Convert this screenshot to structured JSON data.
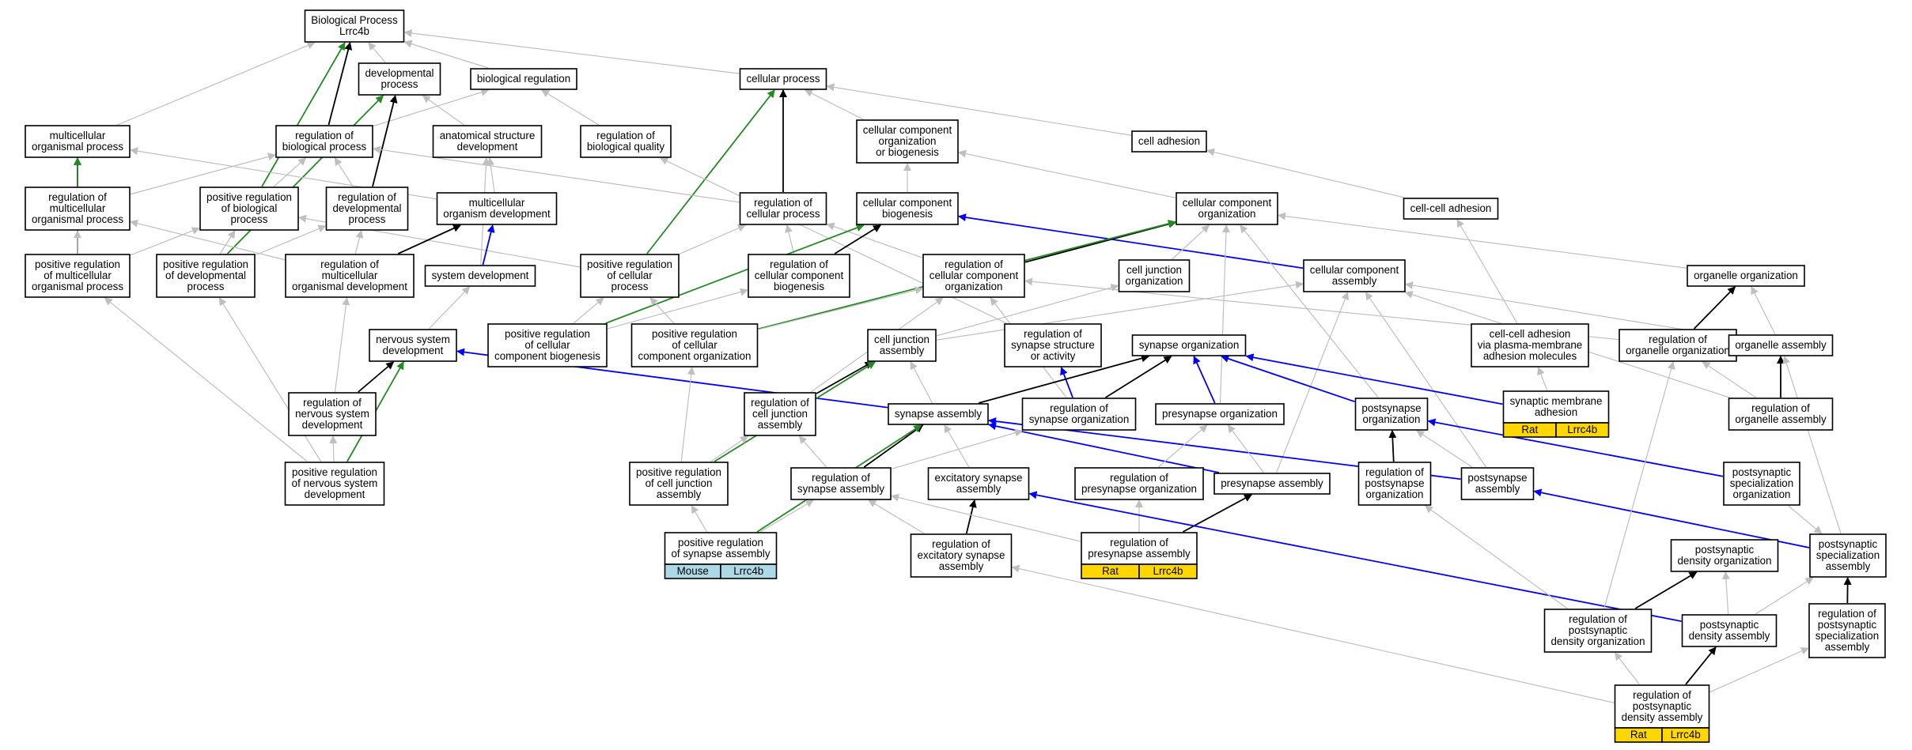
{
  "graph_title": "Biological Process Lrrc4b",
  "colors": {
    "is_a": "#bfbfbf",
    "part_of": "#000000",
    "regulates": "#0000ff",
    "positively_regulates": "#228b22",
    "rat_annotation": "#ffd700",
    "mouse_annotation": "#add8e6"
  },
  "nodes": [
    {
      "id": "bp",
      "lines": [
        "Biological Process",
        "Lrrc4b"
      ]
    },
    {
      "id": "dev",
      "lines": [
        "developmental",
        "process"
      ]
    },
    {
      "id": "breg",
      "lines": [
        "biological regulation"
      ]
    },
    {
      "id": "cp",
      "lines": [
        "cellular process"
      ]
    },
    {
      "id": "mop",
      "lines": [
        "multicellular",
        "organismal process"
      ]
    },
    {
      "id": "rbp",
      "lines": [
        "regulation of",
        "biological process"
      ]
    },
    {
      "id": "asd",
      "lines": [
        "anatomical structure",
        "development"
      ]
    },
    {
      "id": "rbq",
      "lines": [
        "regulation of",
        "biological quality"
      ]
    },
    {
      "id": "ccob",
      "lines": [
        "cellular component",
        "organization",
        "or biogenesis"
      ]
    },
    {
      "id": "ca",
      "lines": [
        "cell adhesion"
      ]
    },
    {
      "id": "rmop",
      "lines": [
        "regulation of",
        "multicellular",
        "organismal process"
      ]
    },
    {
      "id": "prbp",
      "lines": [
        "positive regulation",
        "of biological",
        "process"
      ]
    },
    {
      "id": "rdp",
      "lines": [
        "regulation of",
        "developmental",
        "process"
      ]
    },
    {
      "id": "mod",
      "lines": [
        "multicellular",
        "organism development"
      ]
    },
    {
      "id": "rcp",
      "lines": [
        "regulation of",
        "cellular process"
      ]
    },
    {
      "id": "ccb",
      "lines": [
        "cellular component",
        "biogenesis"
      ]
    },
    {
      "id": "cco",
      "lines": [
        "cellular component",
        "organization"
      ]
    },
    {
      "id": "cca",
      "lines": [
        "cell-cell adhesion"
      ]
    },
    {
      "id": "prmop",
      "lines": [
        "positive regulation",
        "of multicellular",
        "organismal process"
      ]
    },
    {
      "id": "prdp",
      "lines": [
        "positive regulation",
        "of developmental",
        "process"
      ]
    },
    {
      "id": "rmod",
      "lines": [
        "regulation of",
        "multicellular",
        "organismal development"
      ]
    },
    {
      "id": "sd",
      "lines": [
        "system development"
      ]
    },
    {
      "id": "prcp",
      "lines": [
        "positive regulation",
        "of cellular",
        "process"
      ]
    },
    {
      "id": "rccb",
      "lines": [
        "regulation of",
        "cellular component",
        "biogenesis"
      ]
    },
    {
      "id": "rcco",
      "lines": [
        "regulation of",
        "cellular component",
        "organization"
      ]
    },
    {
      "id": "cjo",
      "lines": [
        "cell junction",
        "organization"
      ]
    },
    {
      "id": "ccasm",
      "lines": [
        "cellular component",
        "assembly"
      ]
    },
    {
      "id": "oo",
      "lines": [
        "organelle organization"
      ]
    },
    {
      "id": "nsd",
      "lines": [
        "nervous system",
        "development"
      ]
    },
    {
      "id": "prccb",
      "lines": [
        "positive regulation",
        "of cellular",
        "component biogenesis"
      ]
    },
    {
      "id": "prcco",
      "lines": [
        "positive regulation",
        "of cellular",
        "component organization"
      ]
    },
    {
      "id": "cja",
      "lines": [
        "cell junction",
        "assembly"
      ]
    },
    {
      "id": "rssa",
      "lines": [
        "regulation of",
        "synapse structure",
        "or activity"
      ]
    },
    {
      "id": "so",
      "lines": [
        "synapse organization"
      ]
    },
    {
      "id": "ccapm",
      "lines": [
        "cell-cell adhesion",
        "via plasma-membrane",
        "adhesion molecules"
      ]
    },
    {
      "id": "roo",
      "lines": [
        "regulation of",
        "organelle organization"
      ]
    },
    {
      "id": "oa",
      "lines": [
        "organelle assembly"
      ]
    },
    {
      "id": "rnsd",
      "lines": [
        "regulation of",
        "nervous system",
        "development"
      ]
    },
    {
      "id": "rcja",
      "lines": [
        "regulation of",
        "cell junction",
        "assembly"
      ]
    },
    {
      "id": "sa",
      "lines": [
        "synapse assembly"
      ]
    },
    {
      "id": "rso",
      "lines": [
        "regulation of",
        "synapse organization"
      ]
    },
    {
      "id": "po",
      "lines": [
        "presynapse organization"
      ]
    },
    {
      "id": "pso",
      "lines": [
        "postsynapse",
        "organization"
      ]
    },
    {
      "id": "sma",
      "lines": [
        "synaptic membrane",
        "adhesion"
      ],
      "ann": [
        "Rat",
        "Lrrc4b"
      ],
      "ann_color": "rat"
    },
    {
      "id": "roa",
      "lines": [
        "regulation of",
        "organelle assembly"
      ]
    },
    {
      "id": "prnsd",
      "lines": [
        "positive regulation",
        "of nervous system",
        "development"
      ]
    },
    {
      "id": "prcja",
      "lines": [
        "positive regulation",
        "of cell junction",
        "assembly"
      ]
    },
    {
      "id": "rsa",
      "lines": [
        "regulation of",
        "synapse assembly"
      ]
    },
    {
      "id": "esa",
      "lines": [
        "excitatory synapse",
        "assembly"
      ]
    },
    {
      "id": "rpo",
      "lines": [
        "regulation of",
        "presynapse organization"
      ]
    },
    {
      "id": "pa",
      "lines": [
        "presynapse assembly"
      ]
    },
    {
      "id": "rpso",
      "lines": [
        "regulation of",
        "postsynapse",
        "organization"
      ]
    },
    {
      "id": "psa",
      "lines": [
        "postsynapse",
        "assembly"
      ]
    },
    {
      "id": "psso",
      "lines": [
        "postsynaptic",
        "specialization",
        "organization"
      ]
    },
    {
      "id": "prsa",
      "lines": [
        "positive regulation",
        "of synapse assembly"
      ],
      "ann": [
        "Mouse",
        "Lrrc4b"
      ],
      "ann_color": "mouse"
    },
    {
      "id": "resa",
      "lines": [
        "regulation of",
        "excitatory synapse",
        "assembly"
      ]
    },
    {
      "id": "rpa",
      "lines": [
        "regulation of",
        "presynapse assembly"
      ],
      "ann": [
        "Rat",
        "Lrrc4b"
      ],
      "ann_color": "rat"
    },
    {
      "id": "pdo",
      "lines": [
        "postsynaptic",
        "density organization"
      ]
    },
    {
      "id": "pssa",
      "lines": [
        "postsynaptic",
        "specialization",
        "assembly"
      ]
    },
    {
      "id": "rpdo",
      "lines": [
        "regulation of",
        "postsynaptic",
        "density organization"
      ]
    },
    {
      "id": "pda",
      "lines": [
        "postsynaptic",
        "density assembly"
      ]
    },
    {
      "id": "rpssa",
      "lines": [
        "regulation of",
        "postsynaptic",
        "specialization",
        "assembly"
      ]
    },
    {
      "id": "rpda",
      "lines": [
        "regulation of",
        "postsynaptic",
        "density assembly"
      ],
      "ann": [
        "Rat",
        "Lrrc4b"
      ],
      "ann_color": "rat"
    }
  ],
  "edges": [
    {
      "from": "dev",
      "to": "bp",
      "type": "is_a"
    },
    {
      "from": "breg",
      "to": "bp",
      "type": "is_a"
    },
    {
      "from": "cp",
      "to": "bp",
      "type": "is_a"
    },
    {
      "from": "mop",
      "to": "bp",
      "type": "is_a"
    },
    {
      "from": "rbp",
      "to": "bp",
      "type": "part_of"
    },
    {
      "from": "prbp",
      "to": "bp",
      "type": "positively_regulates"
    },
    {
      "from": "rbp",
      "to": "breg",
      "type": "is_a"
    },
    {
      "from": "rbq",
      "to": "breg",
      "type": "is_a"
    },
    {
      "from": "asd",
      "to": "dev",
      "type": "is_a"
    },
    {
      "from": "rdp",
      "to": "dev",
      "type": "part_of"
    },
    {
      "from": "prdp",
      "to": "dev",
      "type": "positively_regulates"
    },
    {
      "from": "ccob",
      "to": "cp",
      "type": "is_a"
    },
    {
      "from": "ca",
      "to": "cp",
      "type": "is_a"
    },
    {
      "from": "rcp",
      "to": "cp",
      "type": "part_of"
    },
    {
      "from": "prcp",
      "to": "cp",
      "type": "positively_regulates"
    },
    {
      "from": "rmop",
      "to": "mop",
      "type": "part_of"
    },
    {
      "from": "prmop",
      "to": "mop",
      "type": "positively_regulates"
    },
    {
      "from": "mod",
      "to": "mop",
      "type": "is_a"
    },
    {
      "from": "rmop",
      "to": "rbp",
      "type": "is_a"
    },
    {
      "from": "prbp",
      "to": "rbp",
      "type": "is_a"
    },
    {
      "from": "rdp",
      "to": "rbp",
      "type": "is_a"
    },
    {
      "from": "rcp",
      "to": "rbp",
      "type": "is_a"
    },
    {
      "from": "mod",
      "to": "asd",
      "type": "is_a"
    },
    {
      "from": "sd",
      "to": "asd",
      "type": "is_a"
    },
    {
      "from": "ccb",
      "to": "ccob",
      "type": "is_a"
    },
    {
      "from": "cco",
      "to": "ccob",
      "type": "is_a"
    },
    {
      "from": "cca",
      "to": "ca",
      "type": "is_a"
    },
    {
      "from": "rssa",
      "to": "rbq",
      "type": "is_a"
    },
    {
      "from": "prmop",
      "to": "rmop",
      "type": "is_a"
    },
    {
      "from": "rmod",
      "to": "rmop",
      "type": "is_a"
    },
    {
      "from": "prmop",
      "to": "prbp",
      "type": "is_a"
    },
    {
      "from": "prdp",
      "to": "prbp",
      "type": "is_a"
    },
    {
      "from": "prcp",
      "to": "prbp",
      "type": "is_a"
    },
    {
      "from": "prdp",
      "to": "rdp",
      "type": "is_a"
    },
    {
      "from": "rmod",
      "to": "rdp",
      "type": "is_a"
    },
    {
      "from": "rmod",
      "to": "mod",
      "type": "part_of"
    },
    {
      "from": "sd",
      "to": "mod",
      "type": "regulates"
    },
    {
      "from": "prcp",
      "to": "rcp",
      "type": "is_a"
    },
    {
      "from": "rccb",
      "to": "rcp",
      "type": "is_a"
    },
    {
      "from": "rcco",
      "to": "rcp",
      "type": "is_a"
    },
    {
      "from": "rccb",
      "to": "ccb",
      "type": "part_of"
    },
    {
      "from": "prccb",
      "to": "ccb",
      "type": "positively_regulates"
    },
    {
      "from": "ccasm",
      "to": "ccb",
      "type": "regulates"
    },
    {
      "from": "rcco",
      "to": "cco",
      "type": "part_of"
    },
    {
      "from": "prcco",
      "to": "cco",
      "type": "positively_regulates"
    },
    {
      "from": "cjo",
      "to": "cco",
      "type": "is_a"
    },
    {
      "from": "oo",
      "to": "cco",
      "type": "is_a"
    },
    {
      "from": "pso",
      "to": "cco",
      "type": "is_a"
    },
    {
      "from": "po",
      "to": "cco",
      "type": "is_a"
    },
    {
      "from": "ccapm",
      "to": "cca",
      "type": "is_a"
    },
    {
      "from": "nsd",
      "to": "sd",
      "type": "is_a"
    },
    {
      "from": "prccb",
      "to": "rccb",
      "type": "is_a"
    },
    {
      "from": "prcco",
      "to": "rcco",
      "type": "is_a"
    },
    {
      "from": "prccb",
      "to": "prcp",
      "type": "is_a"
    },
    {
      "from": "prcco",
      "to": "prcp",
      "type": "is_a"
    },
    {
      "from": "cja",
      "to": "cjo",
      "type": "is_a"
    },
    {
      "from": "cja",
      "to": "ccasm",
      "type": "is_a"
    },
    {
      "from": "oa",
      "to": "ccasm",
      "type": "is_a"
    },
    {
      "from": "psa",
      "to": "ccasm",
      "type": "is_a"
    },
    {
      "from": "pa",
      "to": "ccasm",
      "type": "is_a"
    },
    {
      "from": "roo",
      "to": "oo",
      "type": "part_of"
    },
    {
      "from": "oa",
      "to": "oo",
      "type": "is_a"
    },
    {
      "from": "roo",
      "to": "rcco",
      "type": "is_a"
    },
    {
      "from": "rso",
      "to": "rcco",
      "type": "is_a"
    },
    {
      "from": "rnsd",
      "to": "nsd",
      "type": "part_of"
    },
    {
      "from": "prnsd",
      "to": "nsd",
      "type": "positively_regulates"
    },
    {
      "from": "sa",
      "to": "nsd",
      "type": "regulates"
    },
    {
      "from": "rnsd",
      "to": "rmod",
      "type": "is_a"
    },
    {
      "from": "prnsd",
      "to": "rnsd",
      "type": "is_a"
    },
    {
      "from": "prnsd",
      "to": "prmop",
      "type": "is_a"
    },
    {
      "from": "prnsd",
      "to": "prdp",
      "type": "is_a"
    },
    {
      "from": "rcja",
      "to": "cja",
      "type": "part_of"
    },
    {
      "from": "prcja",
      "to": "cja",
      "type": "positively_regulates"
    },
    {
      "from": "sa",
      "to": "cja",
      "type": "is_a"
    },
    {
      "from": "rcja",
      "to": "rcco",
      "type": "is_a"
    },
    {
      "from": "prcja",
      "to": "rcja",
      "type": "is_a"
    },
    {
      "from": "prcja",
      "to": "prcco",
      "type": "is_a"
    },
    {
      "from": "rso",
      "to": "so",
      "type": "part_of"
    },
    {
      "from": "rso",
      "to": "rssa",
      "type": "regulates"
    },
    {
      "from": "po",
      "to": "so",
      "type": "regulates"
    },
    {
      "from": "pso",
      "to": "so",
      "type": "regulates"
    },
    {
      "from": "sma",
      "to": "so",
      "type": "regulates"
    },
    {
      "from": "sa",
      "to": "so",
      "type": "part_of"
    },
    {
      "from": "sma",
      "to": "ccapm",
      "type": "is_a"
    },
    {
      "from": "roa",
      "to": "oa",
      "type": "part_of"
    },
    {
      "from": "roa",
      "to": "roo",
      "type": "is_a"
    },
    {
      "from": "rsa",
      "to": "sa",
      "type": "part_of"
    },
    {
      "from": "prsa",
      "to": "sa",
      "type": "positively_regulates"
    },
    {
      "from": "esa",
      "to": "sa",
      "type": "is_a"
    },
    {
      "from": "pa",
      "to": "sa",
      "type": "regulates"
    },
    {
      "from": "psa",
      "to": "sa",
      "type": "regulates"
    },
    {
      "from": "rsa",
      "to": "rso",
      "type": "is_a"
    },
    {
      "from": "rsa",
      "to": "rcja",
      "type": "is_a"
    },
    {
      "from": "rpo",
      "to": "po",
      "type": "is_a"
    },
    {
      "from": "rpa",
      "to": "pa",
      "type": "part_of"
    },
    {
      "from": "pa",
      "to": "po",
      "type": "is_a"
    },
    {
      "from": "rpso",
      "to": "pso",
      "type": "part_of"
    },
    {
      "from": "psa",
      "to": "pso",
      "type": "is_a"
    },
    {
      "from": "psso",
      "to": "pso",
      "type": "regulates"
    },
    {
      "from": "pssa",
      "to": "psa",
      "type": "regulates"
    },
    {
      "from": "psso",
      "to": "pssa",
      "type": "is_a"
    },
    {
      "from": "prsa",
      "to": "rsa",
      "type": "is_a"
    },
    {
      "from": "prsa",
      "to": "prcja",
      "type": "is_a"
    },
    {
      "from": "resa",
      "to": "esa",
      "type": "part_of"
    },
    {
      "from": "resa",
      "to": "rsa",
      "type": "is_a"
    },
    {
      "from": "rpa",
      "to": "rsa",
      "type": "is_a"
    },
    {
      "from": "rpa",
      "to": "rpo",
      "type": "is_a"
    },
    {
      "from": "pda",
      "to": "esa",
      "type": "regulates"
    },
    {
      "from": "rpdo",
      "to": "pdo",
      "type": "part_of"
    },
    {
      "from": "pda",
      "to": "pdo",
      "type": "is_a"
    },
    {
      "from": "pda",
      "to": "pssa",
      "type": "is_a"
    },
    {
      "from": "rpdo",
      "to": "roo",
      "type": "is_a"
    },
    {
      "from": "rpdo",
      "to": "rpso",
      "type": "is_a"
    },
    {
      "from": "rpssa",
      "to": "pssa",
      "type": "part_of"
    },
    {
      "from": "rpda",
      "to": "pda",
      "type": "part_of"
    },
    {
      "from": "rpda",
      "to": "rpdo",
      "type": "is_a"
    },
    {
      "from": "rpda",
      "to": "rpssa",
      "type": "is_a"
    },
    {
      "from": "rpda",
      "to": "resa",
      "type": "is_a"
    },
    {
      "from": "roa",
      "to": "ccasm",
      "type": "is_a"
    },
    {
      "from": "pssa",
      "to": "oa",
      "type": "is_a"
    }
  ]
}
